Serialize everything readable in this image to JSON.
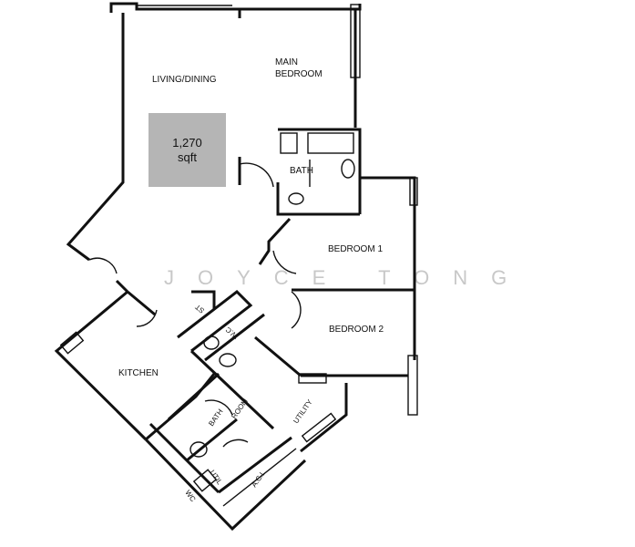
{
  "rooms": {
    "living_dining": "LIVING/DINING",
    "main_bedroom_line1": "MAIN",
    "main_bedroom_line2": "BEDROOM",
    "bath": "BATH",
    "bedroom1": "BEDROOM 1",
    "bedroom2": "BEDROOM 2",
    "kitchen": "KITCHEN",
    "store": "ST",
    "wc": "W.C",
    "bath2": "BATH",
    "room": "ROOM",
    "utility": "UTILITY",
    "util_wc_line1": "UTIL",
    "util_wc_line2": "WC",
    "acl": "A.C.L"
  },
  "area": {
    "value": "1,270",
    "unit": "sqft"
  },
  "watermark": "JOYCE TONG",
  "colors": {
    "area_box": "#b5b5b5",
    "walls": "#111111"
  }
}
